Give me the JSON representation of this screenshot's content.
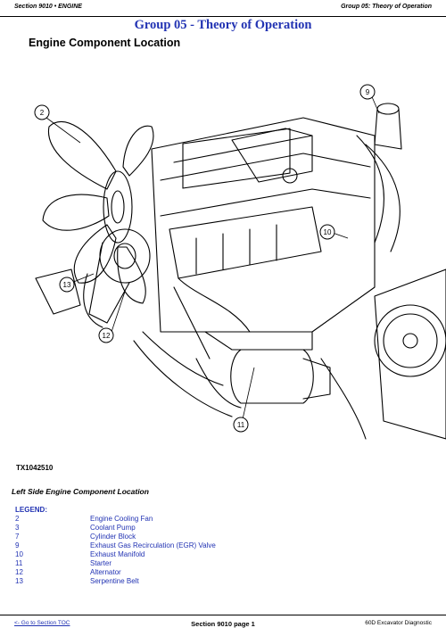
{
  "header": {
    "left": "Section 9010 • ENGINE",
    "right": "Group 05: Theory of Operation"
  },
  "group_title": "Group 05 - Theory of Operation",
  "page_title": "Engine Component Location",
  "figure": {
    "id": "TX1042510",
    "callouts": [
      "2",
      "9",
      "10",
      "11",
      "12",
      "13"
    ]
  },
  "caption": "Left Side Engine Component Location",
  "legend": {
    "title": "LEGEND:",
    "items": [
      {
        "num": "2",
        "desc": "Engine Cooling Fan"
      },
      {
        "num": "3",
        "desc": "Coolant Pump"
      },
      {
        "num": "7",
        "desc": "Cylinder Block"
      },
      {
        "num": "9",
        "desc": "Exhaust Gas Recirculation (EGR) Valve"
      },
      {
        "num": "10",
        "desc": "Exhaust Manifold"
      },
      {
        "num": "11",
        "desc": "Starter"
      },
      {
        "num": "12",
        "desc": "Alternator"
      },
      {
        "num": "13",
        "desc": "Serpentine Belt"
      }
    ]
  },
  "footer": {
    "link": "<- Go to Section TOC",
    "page": "Section 9010 page 1",
    "doc": "60D Excavator Diagnostic"
  }
}
